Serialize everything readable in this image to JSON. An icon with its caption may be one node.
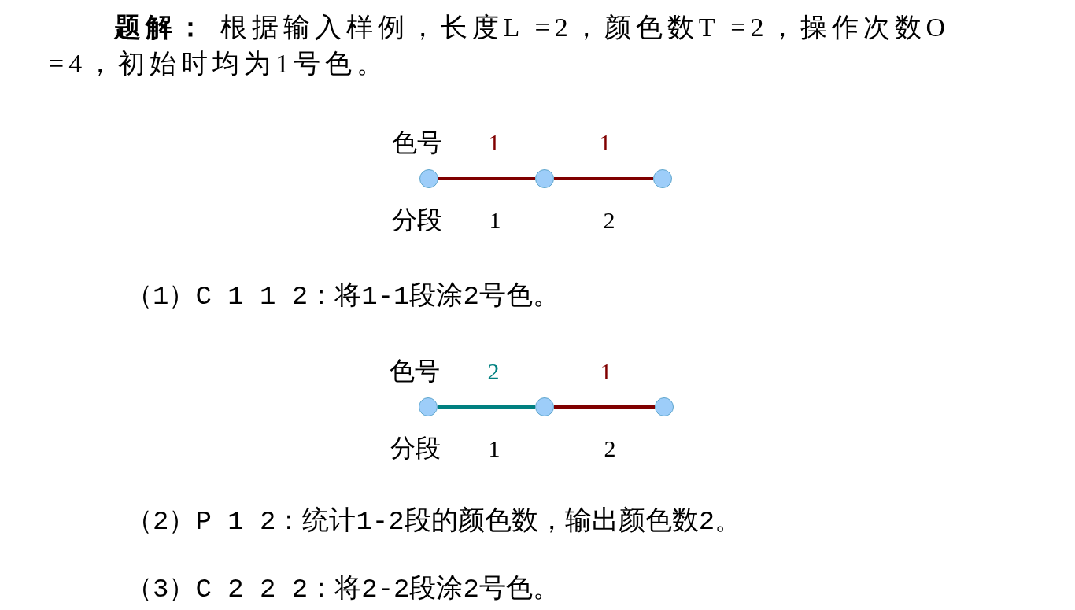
{
  "diagram": {
    "nodes": [
      {
        "text": [],
        "shape": "circle"
      },
      {
        "text": [],
        "shape": "circle"
      },
      {
        "text": [],
        "shape": "circle"
      },
      {
        "text": [],
        "shape": "circle"
      },
      {
        "text": [],
        "shape": "circle"
      },
      {
        "text": [],
        "shape": "circle"
      }
    ],
    "edges": [
      {
        "from": 0,
        "to": 1,
        "arrow": "none"
      },
      {
        "from": 1,
        "to": 2,
        "arrow": "none"
      },
      {
        "from": 3,
        "to": 4,
        "arrow": "none",
        "color": "#008080"
      },
      {
        "from": 4,
        "to": 5,
        "arrow": "none"
      }
    ],
    "labels": [
      "**题解：** 根据输入样例，长度L =2，颜色数T =2，操作次数O =4，初始时均为1号色。",
      "色号",
      "1",
      "1",
      "分段",
      "1",
      "2",
      "（1）C 1 1 2：将1-1段涂2号色。",
      "色号",
      "2",
      "1",
      "分段",
      "1",
      "2",
      "（2）P 1 2：统计1-2段的颜色数，输出颜色数2。",
      "（3）C 2 2 2：将2-2段涂2号色。"
    ]
  }
}
